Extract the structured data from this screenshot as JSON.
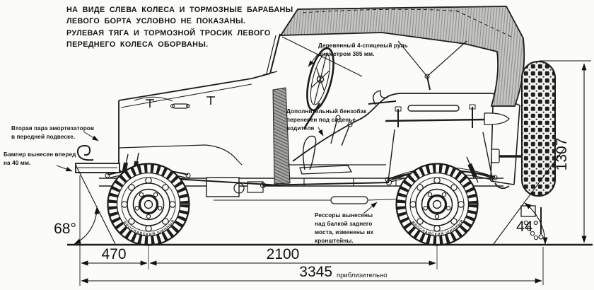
{
  "colors": {
    "ink": "#1c1c1c",
    "paper": "#fbfbf8",
    "canvas_gray": "#c6c6c2"
  },
  "top_note": {
    "text": "НА ВИДЕ СЛЕВА КОЛЕСА И ТОРМОЗНЫЕ БАРАБАНЫ\nЛЕВОГО БОРТА УСЛОВНО НЕ ПОКАЗАНЫ.\nРУЛЕВАЯ ТЯГА И ТОРМОЗНОЙ ТРОСИК ЛЕВОГО\nПЕРЕДНЕГО КОЛЕСА ОБОРВАНЫ."
  },
  "callouts": {
    "steering_wheel": {
      "text": "Деревянный 4-спицевый руль\nдиаметром 385 мм."
    },
    "fuel_tank": {
      "text": "Дополнительный бензобак\nперенесен под сиденье\nводителя"
    },
    "shock_absorbers": {
      "text": "Вторая пара амортизаторов\nв передней подвеске."
    },
    "front_bumper": {
      "text": "Бампер вынесен вперед\nна 40 мм."
    },
    "rear_springs": {
      "text": "Рессоры вынесены\nнад балкой заднего\nмоста, изменены их\nкронштейны."
    }
  },
  "dimensions": {
    "overall_height": "1307",
    "front_overhang": "470",
    "wheelbase": "2100",
    "overall_length": "3345",
    "overall_length_qualifier": "приблизительно",
    "approach_angle": "68°",
    "departure_angle": "44°"
  },
  "drawing": {
    "tire_sidewall_text": "ЯРОСЛАВСКИЙ ШИННЫЙ ЗАВОД"
  }
}
